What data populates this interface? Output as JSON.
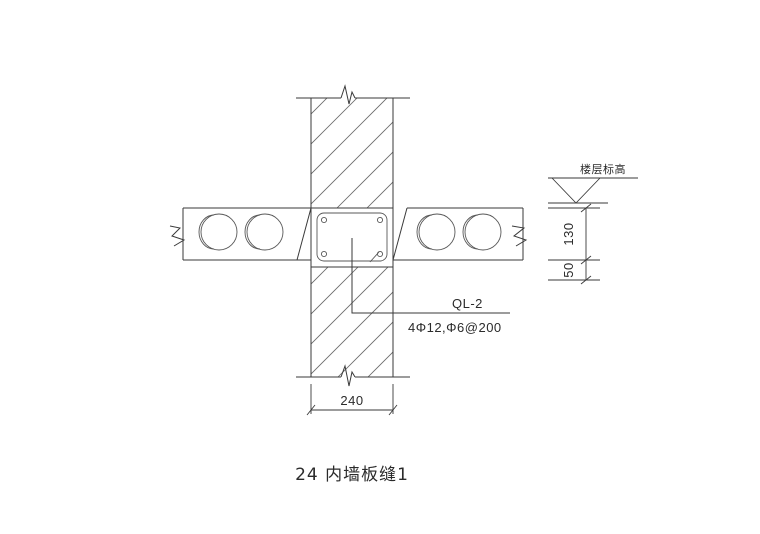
{
  "drawing": {
    "title": "24 内墙板缝1",
    "type": "construction-detail",
    "subject": "Interior wall panel joint detail, 240mm wall"
  },
  "labels": {
    "elevation_note": "楼层标高",
    "beam_tag": "QL-2",
    "beam_reinforcement": "4Φ12,Φ6@200"
  },
  "dimensions": {
    "wall_thickness": "240",
    "upper_gap": "130",
    "lower_gap": "50"
  },
  "colors": {
    "line": "#3a3a3a",
    "hatch": "#6a6a6a",
    "background": "#ffffff"
  }
}
